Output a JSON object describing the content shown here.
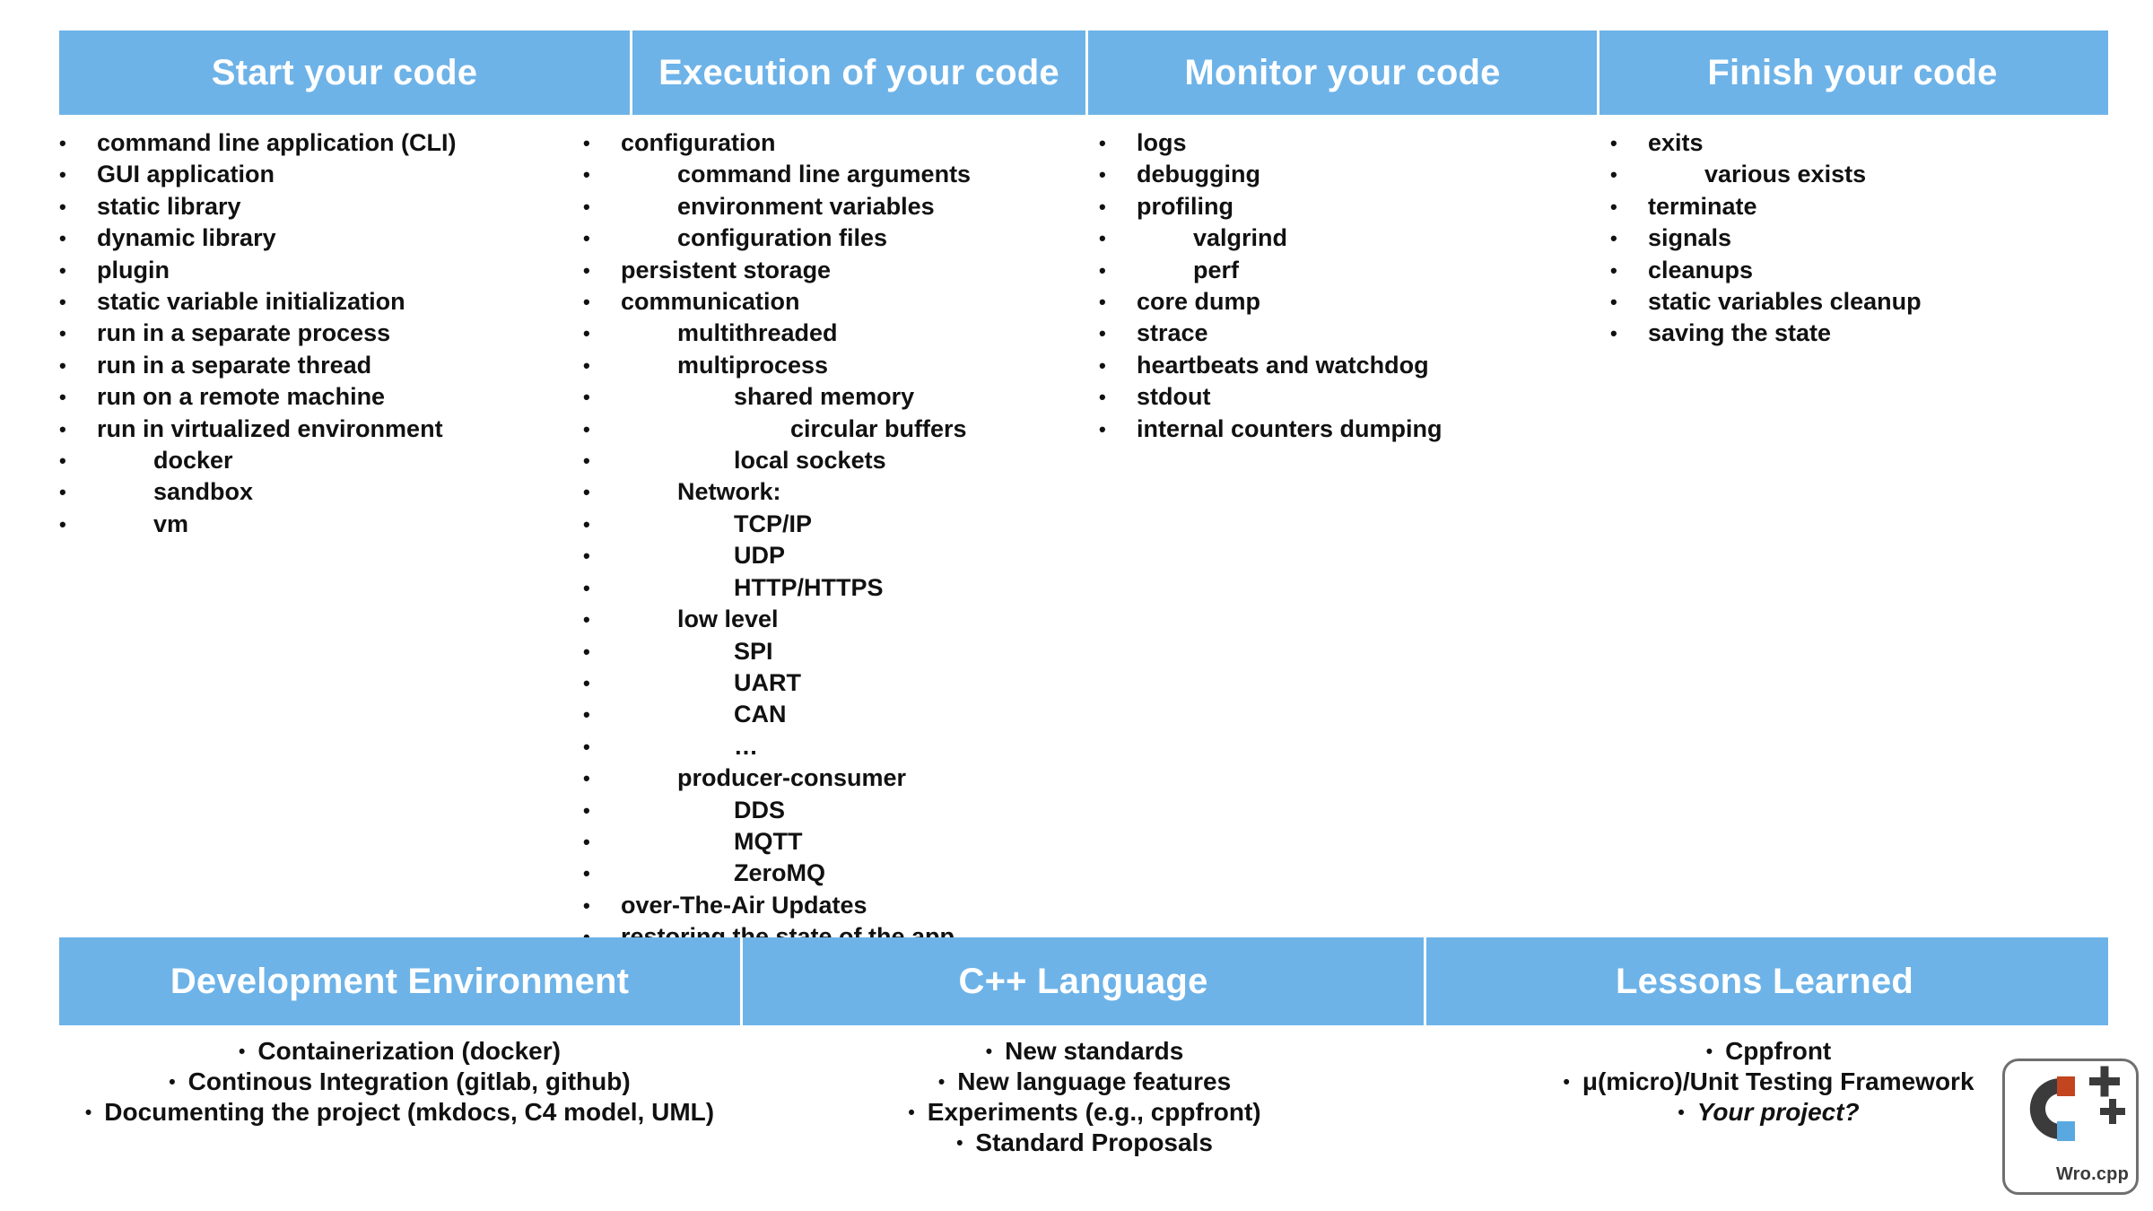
{
  "theme": {
    "band_blue": "#6db3e8",
    "text_dark": "#111111",
    "band_text": "#ffffff"
  },
  "top_band": {
    "columns": [
      {
        "title": "Start your code"
      },
      {
        "title": "Execution of your code"
      },
      {
        "title": "Monitor your code"
      },
      {
        "title": "Finish your code"
      }
    ]
  },
  "columns": [
    {
      "name": "start-your-code",
      "items": [
        {
          "level": 0,
          "text": "command line application (CLI)"
        },
        {
          "level": 0,
          "text": "GUI application"
        },
        {
          "level": 0,
          "text": "static library"
        },
        {
          "level": 0,
          "text": "dynamic library"
        },
        {
          "level": 0,
          "text": "plugin"
        },
        {
          "level": 0,
          "text": "static variable initialization"
        },
        {
          "level": 0,
          "text": "run in a separate process"
        },
        {
          "level": 0,
          "text": "run in a separate thread"
        },
        {
          "level": 0,
          "text": "run on a remote machine"
        },
        {
          "level": 0,
          "text": "run in virtualized environment"
        },
        {
          "level": 1,
          "text": "docker"
        },
        {
          "level": 1,
          "text": "sandbox"
        },
        {
          "level": 1,
          "text": "vm"
        }
      ]
    },
    {
      "name": "execution-of-your-code",
      "items": [
        {
          "level": 0,
          "text": "configuration"
        },
        {
          "level": 1,
          "text": "command line arguments"
        },
        {
          "level": 1,
          "text": "environment variables"
        },
        {
          "level": 1,
          "text": "configuration files"
        },
        {
          "level": 0,
          "text": "persistent storage"
        },
        {
          "level": 0,
          "text": "communication"
        },
        {
          "level": 1,
          "text": "multithreaded"
        },
        {
          "level": 1,
          "text": "multiprocess"
        },
        {
          "level": 2,
          "text": "shared memory"
        },
        {
          "level": 3,
          "text": "circular buffers"
        },
        {
          "level": 2,
          "text": "local sockets"
        },
        {
          "level": 1,
          "text": "Network:"
        },
        {
          "level": 2,
          "text": "TCP/IP"
        },
        {
          "level": 2,
          "text": "UDP"
        },
        {
          "level": 2,
          "text": "HTTP/HTTPS"
        },
        {
          "level": 1,
          "text": "low level"
        },
        {
          "level": 2,
          "text": "SPI"
        },
        {
          "level": 2,
          "text": "UART"
        },
        {
          "level": 2,
          "text": "CAN"
        },
        {
          "level": 2,
          "text": "…"
        },
        {
          "level": 1,
          "text": "producer-consumer"
        },
        {
          "level": 2,
          "text": "DDS"
        },
        {
          "level": 2,
          "text": "MQTT"
        },
        {
          "level": 2,
          "text": "ZeroMQ"
        },
        {
          "level": 0,
          "text": "over-The-Air Updates"
        },
        {
          "level": 0,
          "text": "restoring the state of the app"
        }
      ]
    },
    {
      "name": "monitor-your-code",
      "items": [
        {
          "level": 0,
          "text": "logs"
        },
        {
          "level": 0,
          "text": "debugging"
        },
        {
          "level": 0,
          "text": "profiling"
        },
        {
          "level": 1,
          "text": "valgrind"
        },
        {
          "level": 1,
          "text": "perf"
        },
        {
          "level": 0,
          "text": "core dump"
        },
        {
          "level": 0,
          "text": "strace"
        },
        {
          "level": 0,
          "text": "heartbeats and watchdog"
        },
        {
          "level": 0,
          "text": "stdout"
        },
        {
          "level": 0,
          "text": "internal counters dumping"
        }
      ]
    },
    {
      "name": "finish-your-code",
      "items": [
        {
          "level": 0,
          "text": "exits"
        },
        {
          "level": 1,
          "text": "various exists"
        },
        {
          "level": 0,
          "text": "terminate"
        },
        {
          "level": 0,
          "text": "signals"
        },
        {
          "level": 0,
          "text": "cleanups"
        },
        {
          "level": 0,
          "text": "static variables cleanup"
        },
        {
          "level": 0,
          "text": "saving the state"
        }
      ]
    }
  ],
  "bottom_band": {
    "columns": [
      {
        "title": "Development Environment"
      },
      {
        "title": "C++ Language"
      },
      {
        "title": "Lessons Learned"
      }
    ]
  },
  "bottom_columns": [
    {
      "name": "development-environment",
      "items": [
        {
          "text": "Containerization (docker)",
          "italic": false
        },
        {
          "text": "Continous Integration (gitlab, github)",
          "italic": false
        },
        {
          "text": "Documenting the project (mkdocs, C4 model, UML)",
          "italic": false
        }
      ]
    },
    {
      "name": "cpp-language",
      "items": [
        {
          "text": "New standards",
          "italic": false
        },
        {
          "text": "New language features",
          "italic": false
        },
        {
          "text": "Experiments (e.g., cppfront)",
          "italic": false
        },
        {
          "text": "Standard Proposals",
          "italic": false
        }
      ]
    },
    {
      "name": "lessons-learned",
      "items": [
        {
          "text": "Cppfront",
          "italic": false
        },
        {
          "text": "μ(micro)/Unit Testing Framework",
          "italic": false
        },
        {
          "text": "Your project?",
          "italic": true
        }
      ]
    }
  ],
  "logo": {
    "label": "Wro.cpp",
    "icon": "cpp-magnet-logo",
    "colors": {
      "body": "#3b3b3b",
      "tip_top": "#c2451f",
      "tip_bottom": "#59a9e0"
    }
  },
  "bullet_glyph": "•"
}
